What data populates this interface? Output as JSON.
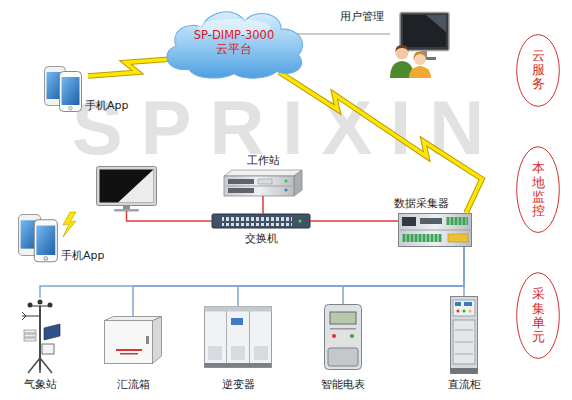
{
  "diagram": {
    "nodes": [
      {
        "text": [
          "SP-DIMP-3000 云平台"
        ]
      },
      {
        "text": [
          "手机App"
        ]
      },
      {
        "text": [
          "用户管理"
        ]
      },
      {
        "text": [
          "工作站"
        ]
      },
      {
        "text": [
          "交换机"
        ]
      },
      {
        "text": [
          "数据采集器"
        ]
      },
      {
        "text": [
          "手机App"
        ]
      },
      {
        "text": [
          "气象站"
        ]
      },
      {
        "text": [
          "汇流箱"
        ]
      },
      {
        "text": [
          "逆变器"
        ]
      },
      {
        "text": [
          "智能电表"
        ]
      },
      {
        "text": [
          "直流柜"
        ]
      },
      {
        "text": [
          "云服务"
        ]
      },
      {
        "text": [
          "本地监控"
        ]
      },
      {
        "text": [
          "采集单元"
        ]
      }
    ],
    "edges": [
      {
        "from": 0,
        "to": 1,
        "arrow": "none"
      },
      {
        "from": 0,
        "to": 2,
        "arrow": "none"
      },
      {
        "from": 0,
        "to": 5,
        "arrow": "none"
      },
      {
        "from": 3,
        "to": 4,
        "arrow": "none"
      },
      {
        "from": 4,
        "to": 5,
        "arrow": "none"
      },
      {
        "from": 5,
        "to": 7,
        "arrow": "none"
      },
      {
        "from": 5,
        "to": 8,
        "arrow": "none"
      },
      {
        "from": 5,
        "to": 9,
        "arrow": "none"
      },
      {
        "from": 5,
        "to": 10,
        "arrow": "none"
      },
      {
        "from": 5,
        "to": 11,
        "arrow": "none"
      }
    ],
    "labels": [
      "SPRIXIN"
    ]
  }
}
